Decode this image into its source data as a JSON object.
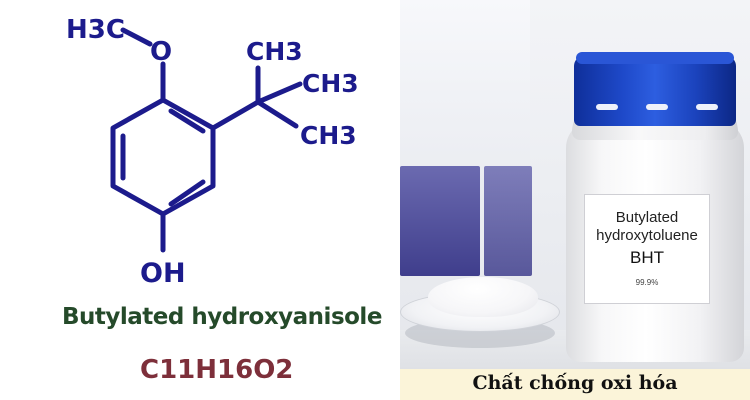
{
  "structure": {
    "labels": {
      "methyl_top": "H3C",
      "oxygen": "O",
      "methyl_1": "CH3",
      "methyl_2": "CH3",
      "methyl_3": "CH3",
      "hydroxyl": "OH"
    },
    "name": "Butylated hydroxyanisole",
    "formula": "C11H16O2",
    "ink_color": "#1c1b8c",
    "name_color": "#254a2a",
    "formula_color": "#7d2f3a"
  },
  "product": {
    "label_line_1": "Butylated",
    "label_line_2": "hydroxytoluene",
    "label_line_3": "BHT",
    "purity": "99.9%",
    "cap_color": "#1e49c9"
  },
  "banner": {
    "text": "Chất chống oxi hóa",
    "background": "#fbf4d9"
  }
}
